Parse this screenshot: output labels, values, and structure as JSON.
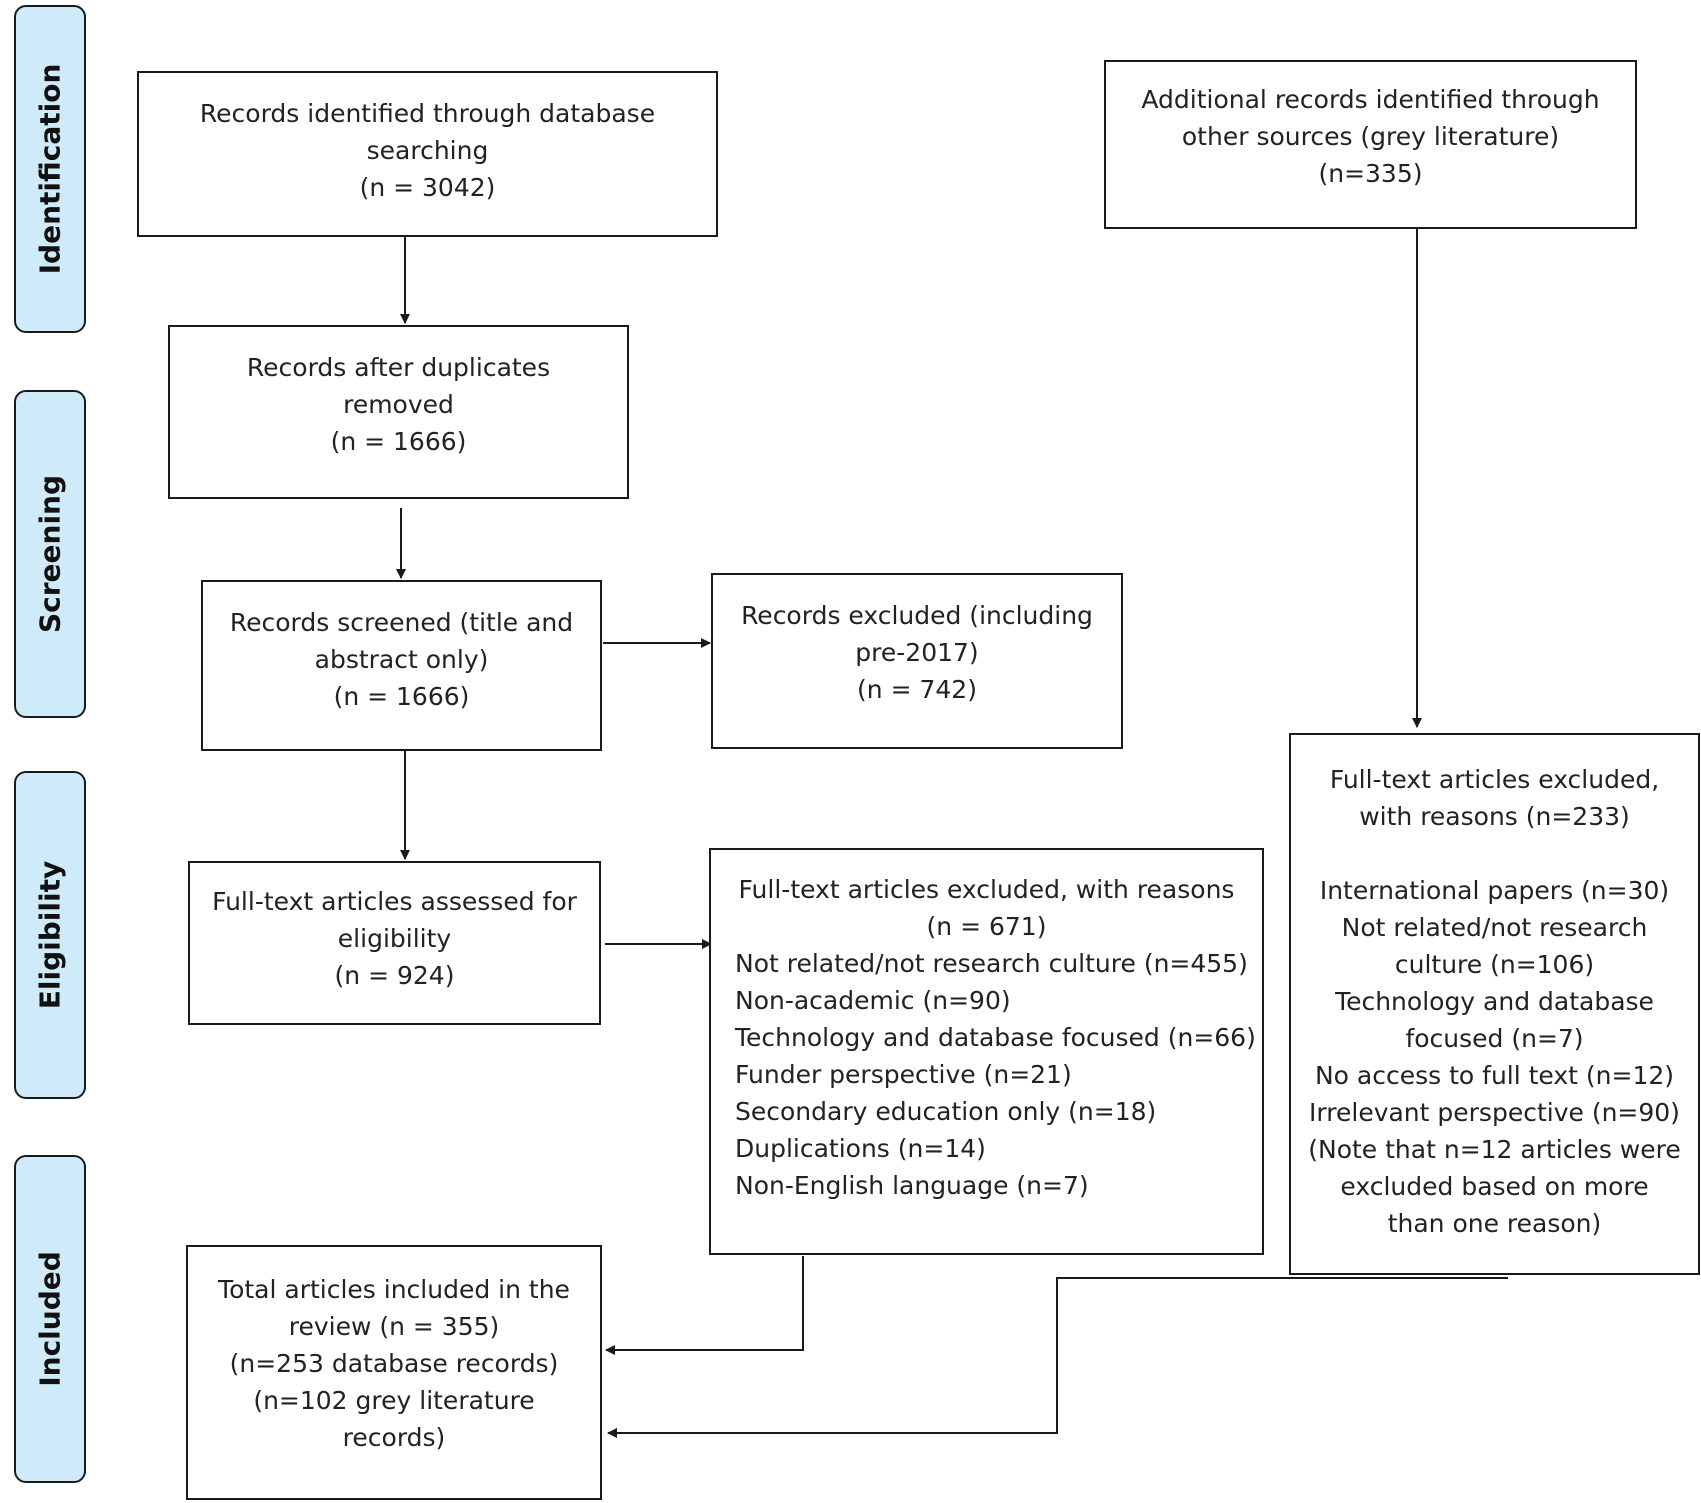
{
  "stages": [
    {
      "id": "identification",
      "label": "Identification"
    },
    {
      "id": "screening",
      "label": "Screening"
    },
    {
      "id": "eligibility",
      "label": "Eligibility"
    },
    {
      "id": "included",
      "label": "Included"
    }
  ],
  "boxes": {
    "db_search": {
      "lines": [
        "Records identified through database",
        "searching",
        "(n = 3042)"
      ]
    },
    "other_sources": {
      "lines": [
        "Additional records identified through",
        "other sources (grey literature)",
        "(n=335)"
      ]
    },
    "duplicates_removed": {
      "lines": [
        "Records after duplicates",
        "removed",
        "(n = 1666)"
      ]
    },
    "screened": {
      "lines": [
        "Records screened (title and",
        "abstract only)",
        "(n = 1666)"
      ]
    },
    "excluded": {
      "lines": [
        "Records excluded (including",
        "pre-2017)",
        "(n = 742)"
      ]
    },
    "fulltext_assessed": {
      "lines": [
        "Full-text articles assessed for",
        "eligibility",
        "(n = 924)"
      ]
    },
    "fulltext_excluded_db": {
      "heading": [
        "Full-text articles excluded, with reasons",
        "(n = 671)"
      ],
      "reasons": [
        "Not related/not research culture (n=455)",
        "Non-academic (n=90)",
        "Technology and database focused (n=66)",
        "Funder perspective (n=21)",
        "Secondary education only (n=18)",
        "Duplications (n=14)",
        "Non-English language (n=7)"
      ]
    },
    "fulltext_excluded_grey": {
      "heading": [
        "Full-text articles excluded,",
        "with reasons (n=233)"
      ],
      "reasons": [
        "International papers (n=30)",
        "Not related/not research",
        "culture (n=106)",
        "Technology and database",
        "focused (n=7)",
        "No access to full text (n=12)",
        "Irrelevant perspective (n=90)",
        "(Note that n=12 articles were",
        "excluded based on more",
        "than one reason)"
      ]
    },
    "included": {
      "lines": [
        "Total articles included in the",
        "review (n = 355)",
        "(n=253 database records)",
        "(n=102 grey literature",
        "records)"
      ]
    }
  }
}
